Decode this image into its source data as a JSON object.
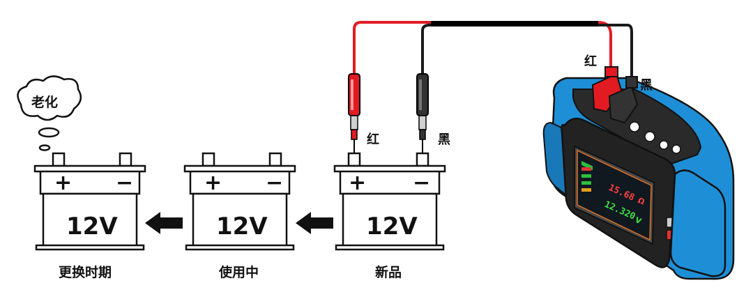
{
  "thought_bubble": {
    "text": "老化"
  },
  "batteries": [
    {
      "voltage": "12V",
      "positive": "+",
      "negative": "−",
      "label": "更换时期"
    },
    {
      "voltage": "12V",
      "positive": "+",
      "negative": "−",
      "label": "使用中"
    },
    {
      "voltage": "12V",
      "positive": "+",
      "negative": "−",
      "label": "新品"
    }
  ],
  "probes": {
    "red_label": "红",
    "black_label": "黑"
  },
  "tester": {
    "red_label": "红",
    "black_label": "黑",
    "screen": {
      "primary_reading": "15.68",
      "primary_unit": "Ω",
      "secondary_reading": "12.320",
      "secondary_unit": "V"
    }
  },
  "colors": {
    "red_lead": "#e21b22",
    "black_lead": "#1a1a1a",
    "case_blue": "#1e8fd6",
    "battery_fill": "#ffffff"
  }
}
